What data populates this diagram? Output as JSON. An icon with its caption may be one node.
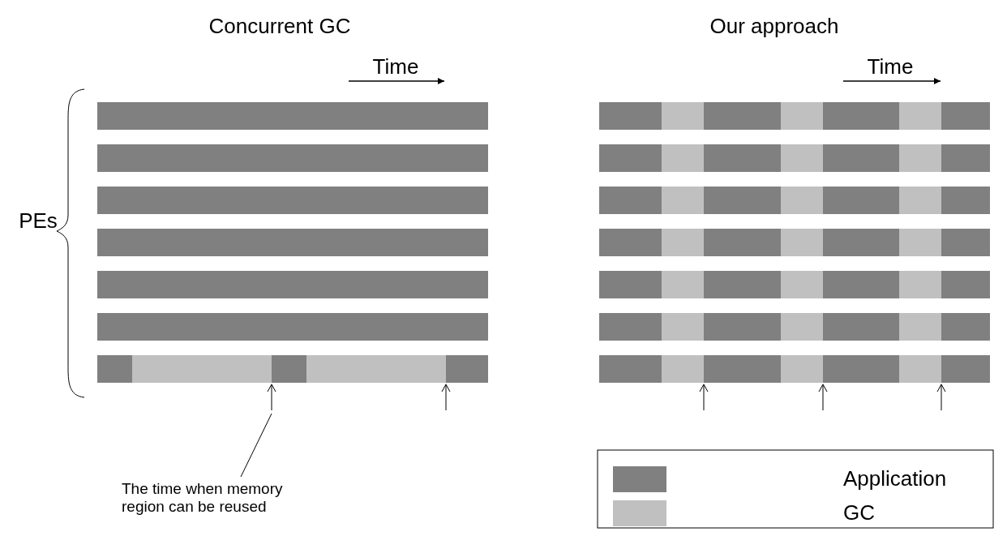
{
  "diagram": {
    "nodes": [
      {
        "text": [
          "The time when memory region can be reused"
        ]
      },
      {
        "text": [],
        "shape": "arrow"
      }
    ],
    "edges": [
      {
        "from": 0,
        "to": 1,
        "arrow": "none"
      }
    ],
    "labels": [
      "Concurrent GC",
      "Our approach",
      "Time",
      "Time",
      "PEs"
    ],
    "legend": [
      {
        "text": "Application",
        "color": "#808080"
      },
      {
        "text": "GC",
        "color": "#c0c0c0"
      }
    ]
  }
}
